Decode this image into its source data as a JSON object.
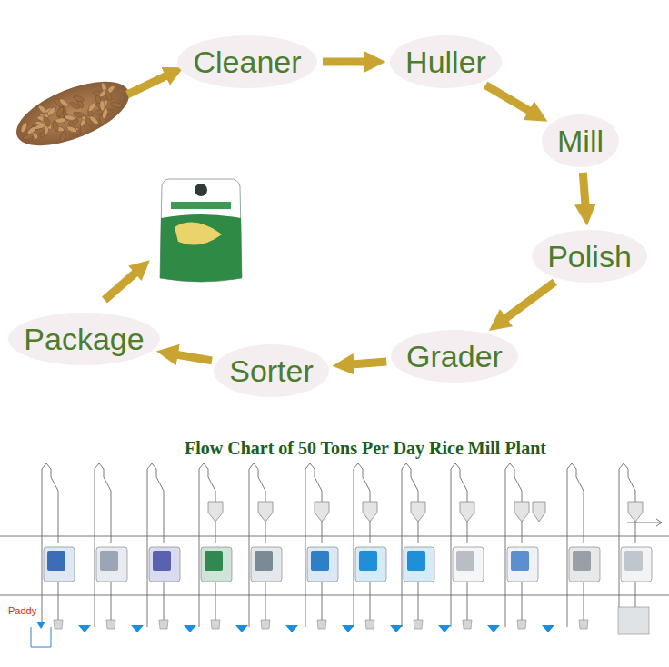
{
  "diagram": {
    "title": "Flow Chart of 50 Tons Per Day Rice Mill Plant",
    "nodes": [
      {
        "text": [
          "Cleaner"
        ]
      },
      {
        "text": [
          "Huller"
        ]
      },
      {
        "text": [
          "Mill"
        ]
      },
      {
        "text": [
          "Polish"
        ]
      },
      {
        "text": [
          "Grader"
        ]
      },
      {
        "text": [
          "Sorter"
        ]
      },
      {
        "text": [
          "Package"
        ]
      }
    ],
    "edges": [
      {
        "from": 0,
        "to": 1,
        "arrow": "to"
      },
      {
        "from": 1,
        "to": 2,
        "arrow": "to"
      },
      {
        "from": 2,
        "to": 3,
        "arrow": "to"
      },
      {
        "from": 3,
        "to": 4,
        "arrow": "to"
      },
      {
        "from": 4,
        "to": 5,
        "arrow": "to"
      },
      {
        "from": 5,
        "to": 6,
        "arrow": "to"
      }
    ],
    "labels": [
      "Paddy"
    ]
  }
}
